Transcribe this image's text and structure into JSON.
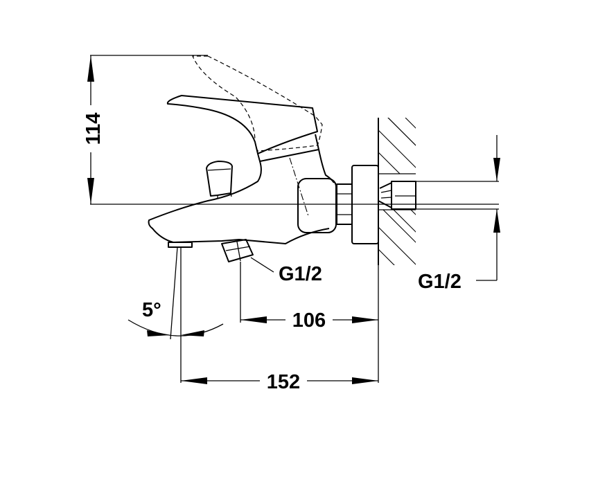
{
  "drawing": {
    "height_dimension": "114",
    "spout_projection_dimension": "152",
    "diverter_projection_dimension": "106",
    "spout_angle": "5°",
    "bottom_connection_thread": "G1/2",
    "wall_connection_thread": "G1/2"
  }
}
